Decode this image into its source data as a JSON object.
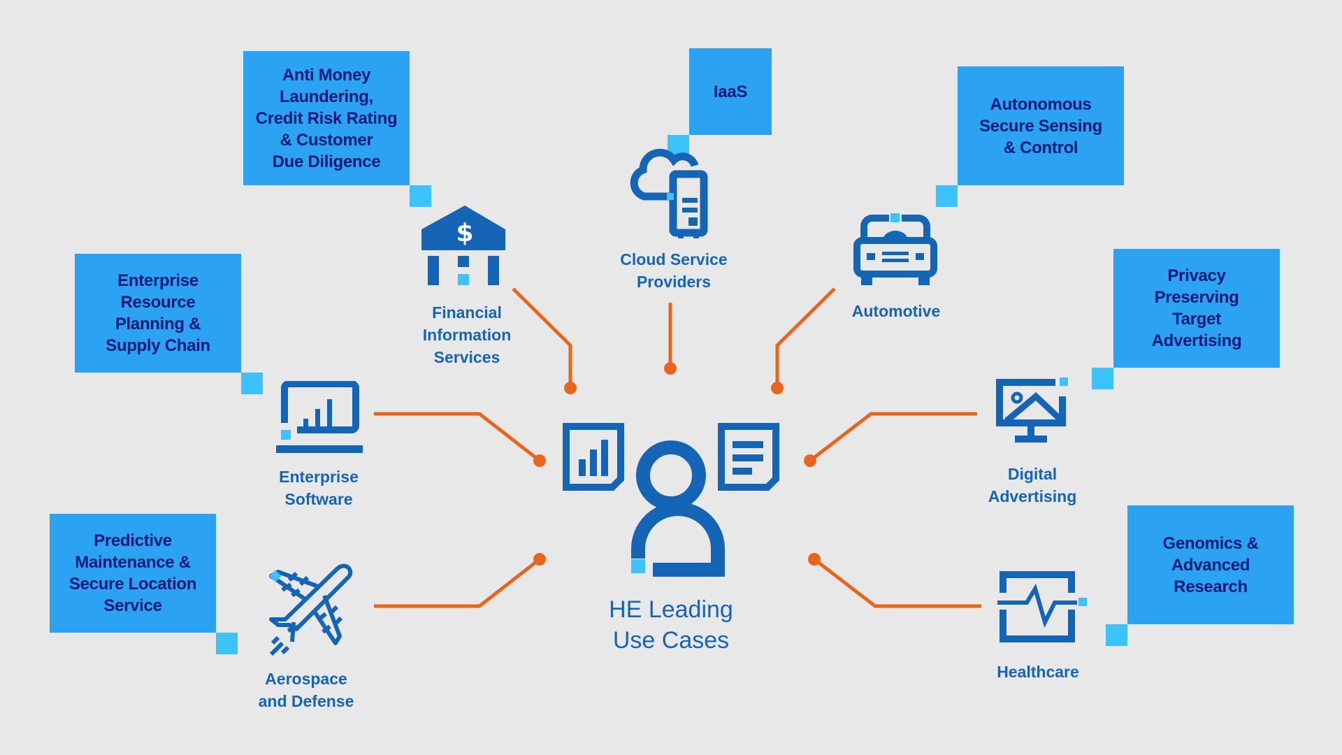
{
  "diagram": {
    "center": {
      "title": "HE Leading\nUse Cases",
      "icon": "user-with-documents-icon"
    },
    "use_cases": [
      {
        "id": "financial",
        "label": "Financial\nInformation\nServices",
        "detail": "Anti Money\nLaundering,\nCredit Risk Rating\n& Customer\nDue Diligence",
        "icon": "bank-icon"
      },
      {
        "id": "cloud",
        "label": "Cloud Service\nProviders",
        "detail": "IaaS",
        "icon": "cloud-server-icon"
      },
      {
        "id": "automotive",
        "label": "Automotive",
        "detail": "Autonomous\nSecure Sensing\n& Control",
        "icon": "car-icon"
      },
      {
        "id": "enterprise",
        "label": "Enterprise\nSoftware",
        "detail": "Enterprise\nResource\nPlanning &\nSupply Chain",
        "icon": "laptop-chart-icon"
      },
      {
        "id": "advertising",
        "label": "Digital\nAdvertising",
        "detail": "Privacy\nPreserving\nTarget\nAdvertising",
        "icon": "monitor-image-icon"
      },
      {
        "id": "aerospace",
        "label": "Aerospace\nand Defense",
        "detail": "Predictive\nMaintenance &\nSecure Location\nService",
        "icon": "airplane-icon"
      },
      {
        "id": "healthcare",
        "label": "Healthcare",
        "detail": "Genomics &\nAdvanced\nResearch",
        "icon": "heartbeat-monitor-icon"
      }
    ]
  },
  "colors": {
    "background": "#e8e8e9",
    "box": "#2ca2f3",
    "box_text": "#0a1a78",
    "accent_square": "#3dc2fb",
    "icon": "#1565b6",
    "connector": "#e8651a"
  }
}
